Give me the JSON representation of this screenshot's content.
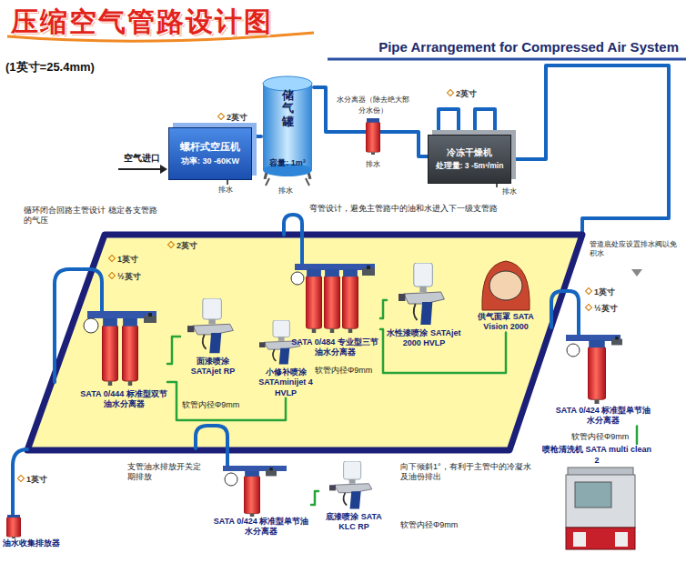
{
  "diagram": {
    "title": "压缩空气管路设计图",
    "nodes": [
      {
        "text": [
          "螺杆式空压机",
          "功率: 30 -60KW"
        ]
      },
      {
        "text": [
          "储气罐",
          "容量: 1m³"
        ]
      },
      {
        "text": [
          "水分离器（除去绝大部分水份）"
        ]
      },
      {
        "text": [
          "冷冻干燥机",
          "处理量: 3 -5m³/min"
        ]
      },
      {
        "text": [
          "SATA 0/444 标准型双节油水分离器"
        ]
      },
      {
        "text": [
          "面漆喷涂 SATAjet RP"
        ]
      },
      {
        "text": [
          "小修补喷涂 SATAminijet 4 HVLP"
        ]
      },
      {
        "text": [
          "SATA 0/484 专业型三节油水分离器"
        ]
      },
      {
        "text": [
          "水性漆喷涂 SATAjet 2000 HVLP"
        ]
      },
      {
        "text": [
          "供气面罩 SATA Vision 2000"
        ]
      },
      {
        "text": [
          "SATA 0/424 标准型单节油水分离器"
        ]
      },
      {
        "text": [
          "喷枪清洗机 SATA multi clean 2"
        ]
      },
      {
        "text": [
          "SATA 0/424 标准型单节油水分离器"
        ]
      },
      {
        "text": [
          "底漆喷涂 SATA KLC RP"
        ]
      },
      {
        "text": [
          "油水收集排放器"
        ]
      }
    ],
    "edges": [
      {
        "from": 0,
        "to": 1,
        "arrow": "none"
      },
      {
        "from": 1,
        "to": 2,
        "arrow": "none"
      },
      {
        "from": 2,
        "to": 3,
        "arrow": "none"
      },
      {
        "from": 4,
        "to": 5,
        "arrow": "none"
      },
      {
        "from": 4,
        "to": 6,
        "arrow": "none"
      },
      {
        "from": 7,
        "to": 8,
        "arrow": "none"
      },
      {
        "from": 7,
        "to": 9,
        "arrow": "none"
      },
      {
        "from": 10,
        "to": 11,
        "arrow": "none"
      },
      {
        "from": 12,
        "to": 13,
        "arrow": "none"
      }
    ],
    "labels": [
      "Pipe Arrangement for Compressed Air System",
      "(1英寸=25.4mm)",
      "空气进口",
      "2英寸",
      "排水",
      "排水",
      "排水",
      "排水",
      "2英寸",
      "循环闭合回路主管设计 稳定各支管路的气压",
      "2英寸",
      "弯管设计，避免主管路中的油和水进入下一级支管路",
      "1英寸",
      "½英寸",
      "软管内径Φ9mm",
      "软管内径Φ9mm",
      "管道底处应设置排水阀以免积水",
      "1英寸",
      "½英寸",
      "软管内径Φ9mm",
      "1英寸",
      "支管油水排放开关定期排放",
      "向下倾斜1°，有利于主管中的冷凝水及油份排出",
      "软管内径Φ9mm"
    ]
  }
}
